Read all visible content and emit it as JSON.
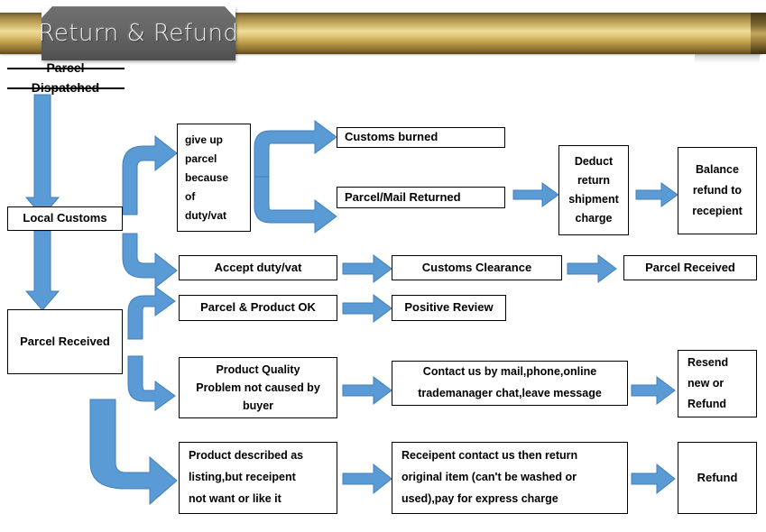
{
  "banner": {
    "title": "Return & Refund",
    "gold_light": "#efdc9a",
    "gold_dark": "#5f4a1f",
    "plate_color": "#636363"
  },
  "theme": {
    "arrow_fill": "#5b9bd5",
    "arrow_stroke": "#417fbb",
    "node_border": "#000000",
    "node_fill": "#ffffff",
    "text_color": "#000000"
  },
  "flow": {
    "nodes": [
      {
        "id": "parcel-dispatched",
        "label": "Parcel Dispatched"
      },
      {
        "id": "local-customs",
        "label": "Local Customs"
      },
      {
        "id": "parcel-received-left",
        "label": "Parcel Received"
      },
      {
        "id": "give-up-parcel",
        "label": "give up parcel because of duty/vat"
      },
      {
        "id": "customs-burned",
        "label": "Customs burned"
      },
      {
        "id": "parcel-mail-returned",
        "label": "Parcel/Mail Returned"
      },
      {
        "id": "deduct-return-charge",
        "label": "Deduct return shipment charge"
      },
      {
        "id": "balance-refund",
        "label": "Balance refund to recepient"
      },
      {
        "id": "accept-duty-vat",
        "label": "Accept duty/vat"
      },
      {
        "id": "customs-clearance",
        "label": "Customs Clearance"
      },
      {
        "id": "parcel-received-right",
        "label": "Parcel Received"
      },
      {
        "id": "parcel-product-ok",
        "label": "Parcel & Product OK"
      },
      {
        "id": "positive-review",
        "label": "Positive Review"
      },
      {
        "id": "product-quality-problem",
        "label": "Product Quality Problem not caused by buyer"
      },
      {
        "id": "contact-us",
        "label": "Contact us by mail,phone,online trademanager chat,leave message"
      },
      {
        "id": "resend-or-refund",
        "label": "Resend new or Refund"
      },
      {
        "id": "product-as-described",
        "label": "Product described as listing,but receipent not want or like it"
      },
      {
        "id": "return-original-item",
        "label": "Receipent contact us then return original item (can't be washed or used),pay for express charge"
      },
      {
        "id": "refund",
        "label": "Refund"
      }
    ],
    "node_lines": {
      "give-up-parcel": [
        "give up",
        "parcel",
        "because",
        "of",
        "duty/vat"
      ],
      "deduct-return-charge": [
        "Deduct",
        "return",
        "shipment",
        "charge"
      ],
      "balance-refund": [
        "Balance",
        "refund to",
        "recepient"
      ],
      "product-quality-problem": [
        "Product Quality",
        "Problem not caused by",
        "buyer"
      ],
      "contact-us": [
        "Contact us by mail,phone,online",
        "trademanager chat,leave message"
      ],
      "resend-or-refund": [
        "Resend",
        "new or",
        "Refund"
      ],
      "product-as-described": [
        "Product described as",
        "listing,but receipent",
        "not want or like it"
      ],
      "return-original-item": [
        "Receipent contact us then return",
        "original item (can't be washed or",
        "used),pay for express charge"
      ]
    },
    "edges": [
      {
        "from": "parcel-dispatched",
        "to": "local-customs",
        "kind": "down"
      },
      {
        "from": "local-customs",
        "to": "parcel-received-left",
        "kind": "down"
      },
      {
        "from": "local-customs",
        "to": "give-up-parcel",
        "kind": "elbow-up"
      },
      {
        "from": "local-customs",
        "to": "accept-duty-vat",
        "kind": "elbow-down"
      },
      {
        "from": "give-up-parcel",
        "to": "customs-burned",
        "kind": "branch-up"
      },
      {
        "from": "give-up-parcel",
        "to": "parcel-mail-returned",
        "kind": "branch-down"
      },
      {
        "from": "parcel-mail-returned",
        "to": "deduct-return-charge",
        "kind": "right"
      },
      {
        "from": "deduct-return-charge",
        "to": "balance-refund",
        "kind": "right"
      },
      {
        "from": "accept-duty-vat",
        "to": "customs-clearance",
        "kind": "right"
      },
      {
        "from": "customs-clearance",
        "to": "parcel-received-right",
        "kind": "right"
      },
      {
        "from": "parcel-received-left",
        "to": "parcel-product-ok",
        "kind": "elbow-up"
      },
      {
        "from": "parcel-received-left",
        "to": "product-quality-problem",
        "kind": "elbow-down"
      },
      {
        "from": "parcel-received-left",
        "to": "product-as-described",
        "kind": "elbow-down-long"
      },
      {
        "from": "parcel-product-ok",
        "to": "positive-review",
        "kind": "right"
      },
      {
        "from": "product-quality-problem",
        "to": "contact-us",
        "kind": "right"
      },
      {
        "from": "contact-us",
        "to": "resend-or-refund",
        "kind": "right"
      },
      {
        "from": "product-as-described",
        "to": "return-original-item",
        "kind": "right"
      },
      {
        "from": "return-original-item",
        "to": "refund",
        "kind": "right"
      }
    ]
  }
}
